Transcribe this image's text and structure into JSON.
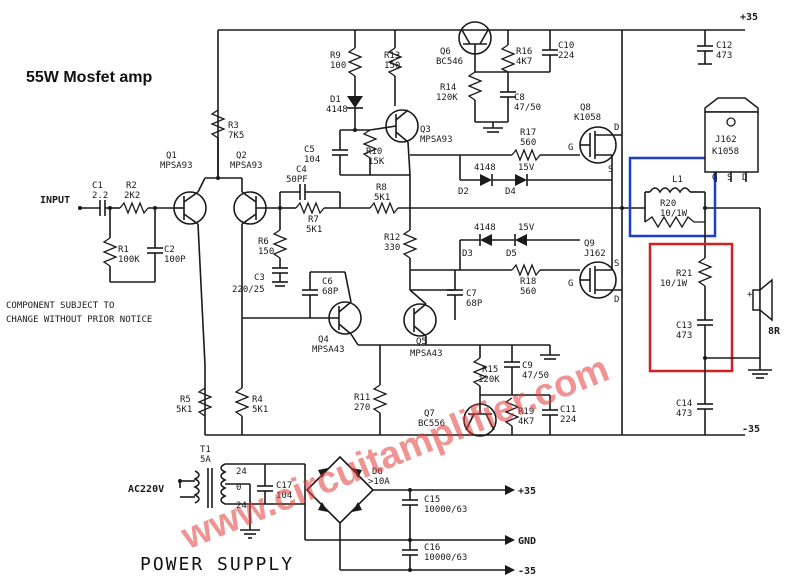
{
  "title": "55W Mosfet amp",
  "notice": [
    "COMPONENT SUBJECT TO",
    "CHANGE WITHOUT PRIOR NOTICE"
  ],
  "watermark": "www.circuitamplifier.com",
  "power_supply_label": "POWER SUPPLY",
  "rails": {
    "pos": "+35",
    "neg": "-35",
    "gnd": "GND"
  },
  "input_label": "INPUT",
  "ac_label": "AC220V",
  "speaker_label": "8R",
  "colors": {
    "highlight_blue": "#1d3fc4",
    "highlight_red": "#d42020",
    "watermark": "#e23b3b"
  },
  "parts": {
    "c1": [
      "C1",
      "2.2"
    ],
    "r2": [
      "R2",
      "2K2"
    ],
    "r1": [
      "R1",
      "100K"
    ],
    "c2": [
      "C2",
      "100P"
    ],
    "q1": [
      "Q1",
      "MPSA93"
    ],
    "q2": [
      "Q2",
      "MPSA93"
    ],
    "r3": [
      "R3",
      "7K5"
    ],
    "r9": [
      "R9",
      "100"
    ],
    "d1": [
      "D1",
      "4148"
    ],
    "r13": [
      "R13",
      "150"
    ],
    "q6": [
      "Q6",
      "BC546"
    ],
    "r16": [
      "R16",
      "4K7"
    ],
    "c10": [
      "C10",
      "224"
    ],
    "r14": [
      "R14",
      "120K"
    ],
    "c8": [
      "C8",
      "47/50"
    ],
    "c12": [
      "C12",
      "473"
    ],
    "q3": [
      "Q3",
      "MPSA93"
    ],
    "r10": [
      "R10",
      "15K"
    ],
    "c5": [
      "C5",
      "104"
    ],
    "c4": [
      "C4",
      "50PF"
    ],
    "r7": [
      "R7",
      "5K1"
    ],
    "r8": [
      "R8",
      "5K1"
    ],
    "r6": [
      "R6",
      "150"
    ],
    "c3": [
      "C3",
      "220/25"
    ],
    "c6": [
      "C6",
      "68P"
    ],
    "r12": [
      "R12",
      "330"
    ],
    "c7": [
      "C7",
      "68P"
    ],
    "q4": [
      "Q4",
      "MPSA43"
    ],
    "q5": [
      "Q5",
      "MPSA43"
    ],
    "r17": [
      "R17",
      "560"
    ],
    "q8": [
      "Q8",
      "K1058"
    ],
    "r18": [
      "R18",
      "560"
    ],
    "q9": [
      "Q9",
      "J162"
    ],
    "d2": [
      "D2",
      "4148"
    ],
    "d4": [
      "D4",
      "15V"
    ],
    "d3": [
      "D3",
      "4148"
    ],
    "d5": [
      "D5",
      "15V"
    ],
    "l1": [
      "L1"
    ],
    "r20": [
      "R20",
      "10/1W"
    ],
    "r21": [
      "R21",
      "10/1W"
    ],
    "c13": [
      "C13",
      "473"
    ],
    "c14": [
      "C14",
      "473"
    ],
    "r15": [
      "R15",
      "120K"
    ],
    "c9": [
      "C9",
      "47/50"
    ],
    "r19": [
      "R19",
      "4K7"
    ],
    "c11": [
      "C11",
      "224"
    ],
    "q7": [
      "Q7",
      "BC556"
    ],
    "r11": [
      "R11",
      "270"
    ],
    "r5": [
      "R5",
      "5K1"
    ],
    "r4": [
      "R4",
      "5K1"
    ],
    "t1": [
      "T1",
      "5A"
    ],
    "c17": [
      "C17",
      "104"
    ],
    "d6": [
      "D6",
      ">10A"
    ],
    "c15": [
      "C15",
      "10000/63"
    ],
    "c16": [
      "C16",
      "10000/63"
    ],
    "pkg": [
      "J162",
      "K1058"
    ],
    "tap": [
      "24",
      "0",
      "24"
    ],
    "pins": {
      "g": "G",
      "d": "D",
      "s": "S"
    }
  }
}
